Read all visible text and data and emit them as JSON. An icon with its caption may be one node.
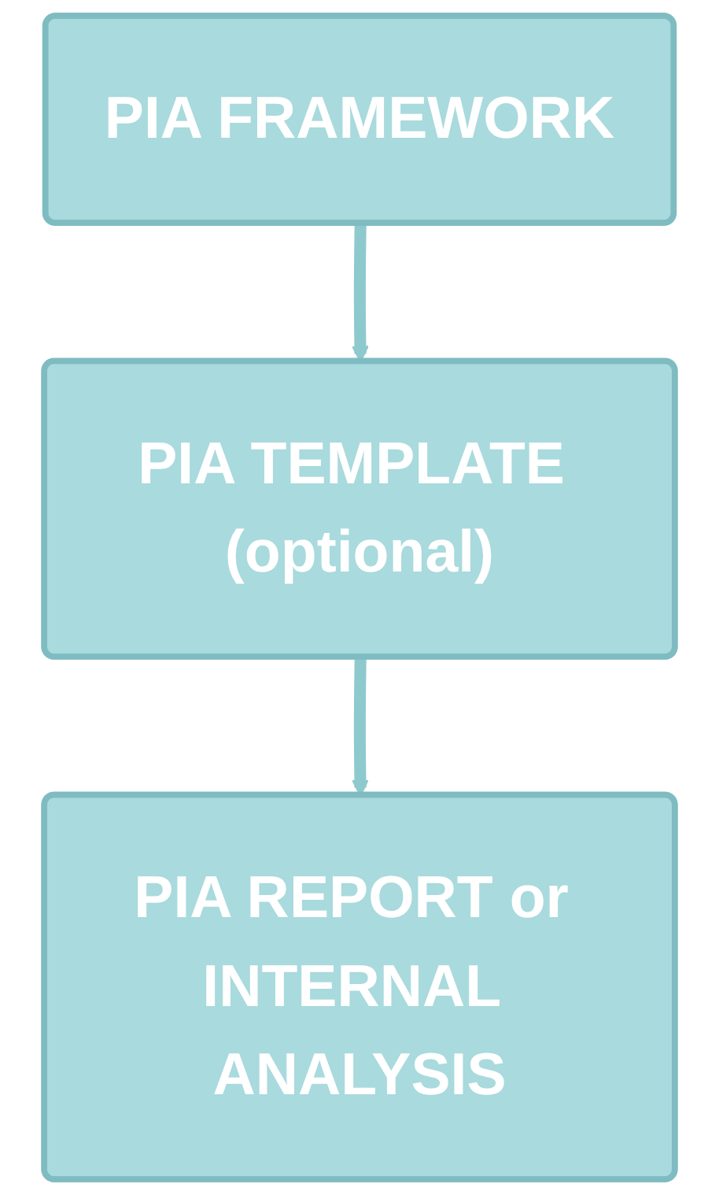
{
  "diagram": {
    "nodes": [
      {
        "text": [
          "PIA FRAMEWORK"
        ]
      },
      {
        "text": [
          "PIA TEMPLATE (optional)"
        ]
      },
      {
        "text": [
          "PIA REPORT or INTERNAL ANALYSIS"
        ]
      }
    ],
    "edges": [
      {
        "from": 0,
        "to": 1,
        "arrow": "to"
      },
      {
        "from": 1,
        "to": 2,
        "arrow": "to"
      }
    ]
  }
}
